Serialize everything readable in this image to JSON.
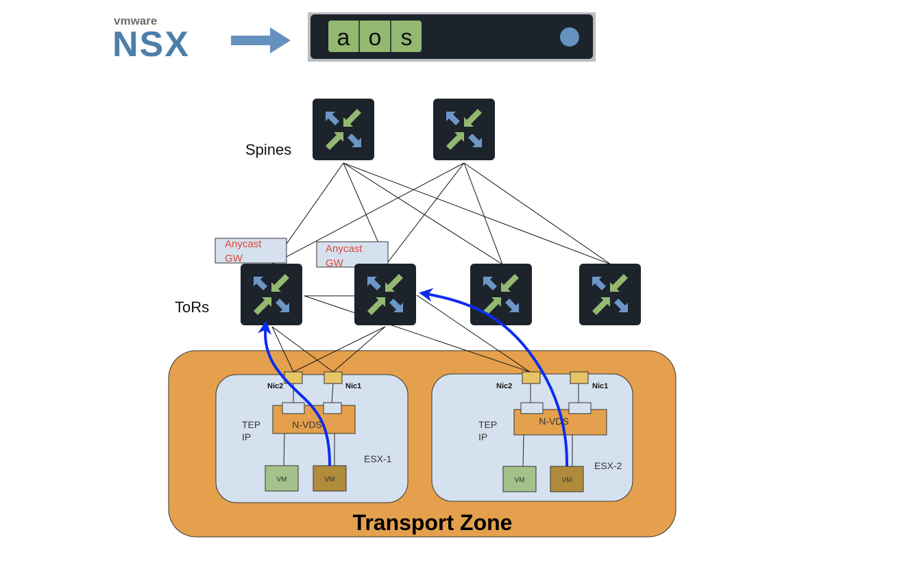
{
  "header": {
    "source_logo": {
      "brand_small": "vmware",
      "brand_large": "NSX"
    },
    "arrow": "right-arrow",
    "target_logo": {
      "letters": [
        "a",
        "o",
        "s"
      ]
    }
  },
  "colors": {
    "switch_bg": "#1c232b",
    "arrow_blue": "#6b96c6",
    "arrow_green": "#93b870",
    "zone_fill": "#e4a04d",
    "host_fill": "#d5e1ee",
    "nvds_fill": "#e4a04d",
    "nic_fill": "#e7c465",
    "vm_green": "#a3c18a",
    "vm_brown": "#b08b3c",
    "flow_blue": "#0b2cf0",
    "anycast_text": "#e0463a",
    "anycast_fill": "#d5e1ee"
  },
  "diagram": {
    "spines_label": "Spines",
    "tors_label": "ToRs",
    "spines": [
      {
        "id": "spine-1"
      },
      {
        "id": "spine-2"
      }
    ],
    "tors": [
      {
        "id": "tor-1",
        "anycast": [
          "Anycast",
          "GW"
        ]
      },
      {
        "id": "tor-2",
        "anycast": [
          "Anycast",
          "GW"
        ]
      },
      {
        "id": "tor-3"
      },
      {
        "id": "tor-4"
      }
    ],
    "transport_zone_label": "Transport Zone",
    "hosts": [
      {
        "name": "ESX-1",
        "tep_label": [
          "TEP",
          "IP"
        ],
        "nvds_label": "N-VDS",
        "nics": [
          "Nic2",
          "Nic1"
        ],
        "vms": [
          "VM",
          "VM"
        ]
      },
      {
        "name": "ESX-2",
        "tep_label": [
          "TEP",
          "IP"
        ],
        "nvds_label": "N-VDS",
        "nics": [
          "Nic2",
          "Nic1"
        ],
        "vms": [
          "VM",
          "VM"
        ]
      }
    ]
  }
}
